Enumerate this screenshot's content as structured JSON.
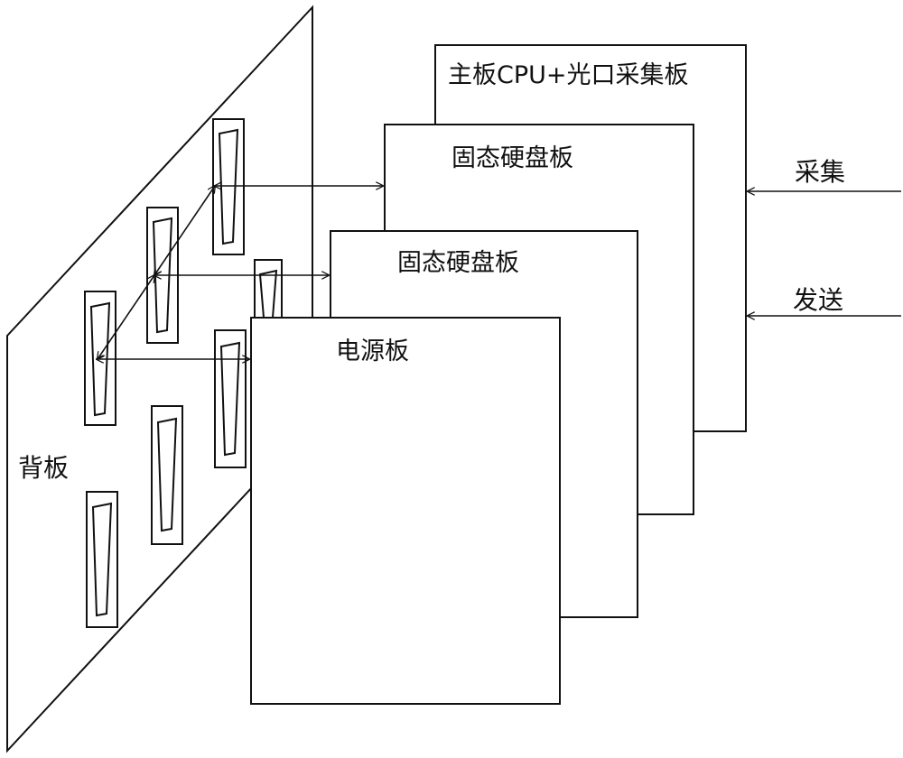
{
  "boards": {
    "main_cpu": "主板CPU+光口采集板",
    "ssd_1": "固态硬盘板",
    "ssd_2": "固态硬盘板",
    "power": "电源板"
  },
  "backplane": "背板",
  "inputs": {
    "collect": "采集",
    "send": "发送"
  },
  "colors": {
    "line": "#111111",
    "background": "#ffffff"
  }
}
